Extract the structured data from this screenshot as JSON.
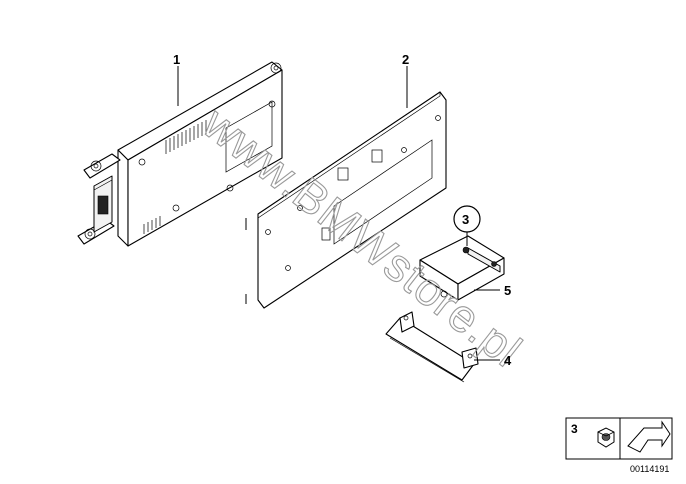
{
  "callouts": {
    "part_1": "1",
    "part_2": "2",
    "part_3": "3",
    "part_4": "4",
    "part_5": "5"
  },
  "watermark": "www.BMWstore.pl",
  "legend": {
    "nut_number": "3",
    "nut_icon": "hex-nut-icon",
    "arrow_icon": "assembly-arrow-icon"
  },
  "diagram_id": "00114191"
}
